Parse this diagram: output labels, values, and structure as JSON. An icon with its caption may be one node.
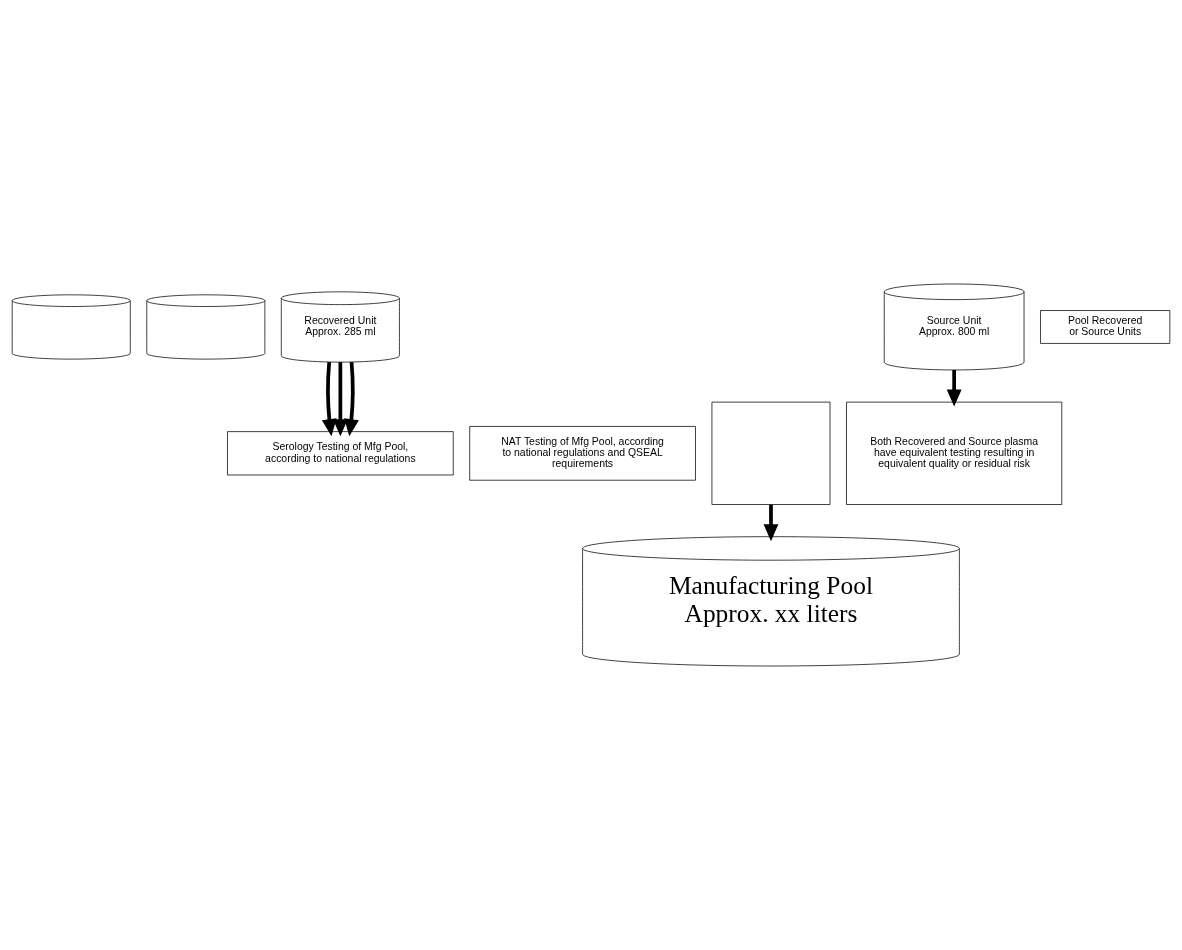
{
  "diagram": {
    "nodes": [
      {
        "text": [],
        "shape": "cylinder"
      },
      {
        "text": [],
        "shape": "cylinder"
      },
      {
        "text": [
          "Recovered Unit Approx. 285 ml"
        ]
      },
      {
        "text": [
          "Pool Recovered or Source Units"
        ]
      },
      {
        "text": [
          "Source Unit Approx. 800 ml"
        ]
      },
      {
        "text": [
          "Serology Testing of Mfg Pool, according to national regulations"
        ]
      },
      {
        "text": [
          "NAT Testing of Mfg Pool, according to national regulations and QSEAL requirements"
        ]
      },
      {
        "text": [],
        "shape": "box"
      },
      {
        "text": [
          "Both Recovered and Source plasma have equivalent testing resulting in equivalent quality or residual risk"
        ]
      },
      {
        "text": [
          "Manufacturing Pool Approx. xx liters"
        ]
      }
    ],
    "edges": [
      {
        "from": 2,
        "to": 5,
        "arrow": "to"
      },
      {
        "from": 2,
        "to": 5,
        "arrow": "to"
      },
      {
        "from": 2,
        "to": 5,
        "arrow": "to"
      },
      {
        "from": 4,
        "to": 8,
        "arrow": "to"
      },
      {
        "from": 7,
        "to": 9,
        "arrow": "to"
      }
    ]
  }
}
